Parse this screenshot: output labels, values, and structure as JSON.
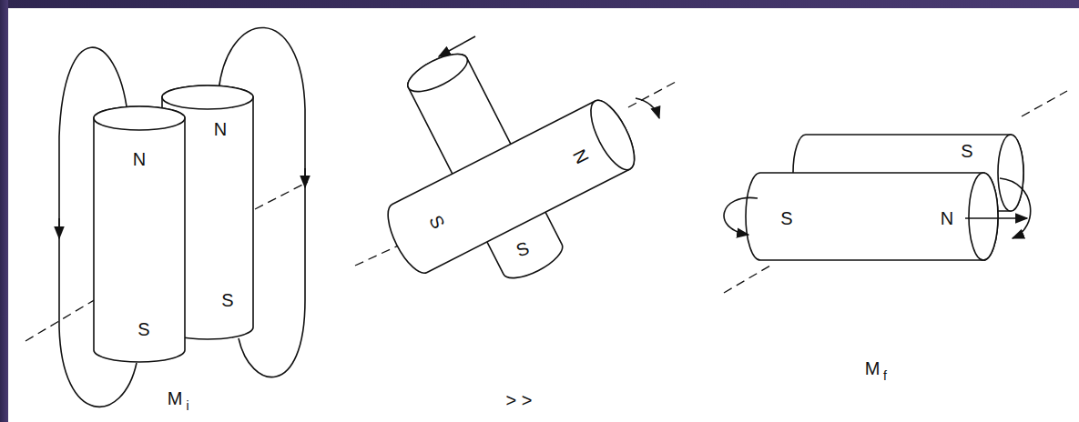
{
  "diagram": {
    "labels": [
      "N",
      "S",
      "N",
      "S",
      "M",
      "i",
      "N",
      "S",
      "S",
      "> >",
      "S",
      "N",
      "S",
      "M",
      "f"
    ]
  }
}
